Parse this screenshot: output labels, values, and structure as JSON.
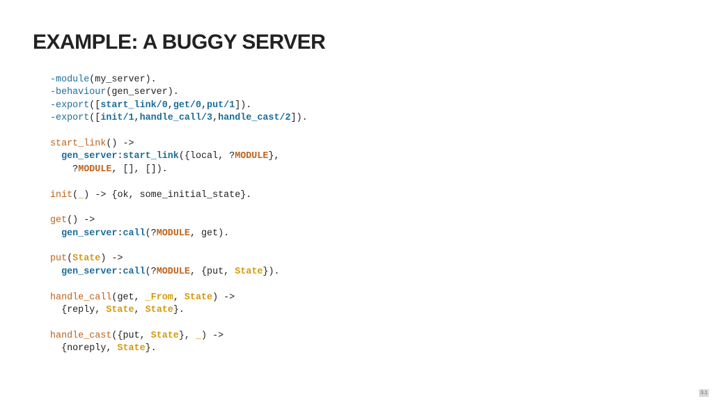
{
  "slide": {
    "title": "EXAMPLE: A BUGGY SERVER",
    "page_number": "3.1"
  },
  "code_lines": [
    [
      {
        "t": "-module",
        "c": "attr"
      },
      {
        "t": "(my_server).",
        "c": "pl"
      }
    ],
    [
      {
        "t": "-behaviour",
        "c": "attr"
      },
      {
        "t": "(gen_server).",
        "c": "pl"
      }
    ],
    [
      {
        "t": "-export",
        "c": "attr"
      },
      {
        "t": "([",
        "c": "pl"
      },
      {
        "t": "start_link/0",
        "c": "mod"
      },
      {
        "t": ",",
        "c": "pl"
      },
      {
        "t": "get/0",
        "c": "mod"
      },
      {
        "t": ",",
        "c": "pl"
      },
      {
        "t": "put/1",
        "c": "mod"
      },
      {
        "t": "]).",
        "c": "pl"
      }
    ],
    [
      {
        "t": "-export",
        "c": "attr"
      },
      {
        "t": "([",
        "c": "pl"
      },
      {
        "t": "init/1",
        "c": "mod"
      },
      {
        "t": ",",
        "c": "pl"
      },
      {
        "t": "handle_call/3",
        "c": "mod"
      },
      {
        "t": ",",
        "c": "pl"
      },
      {
        "t": "handle_cast/2",
        "c": "mod"
      },
      {
        "t": "]).",
        "c": "pl"
      }
    ],
    [],
    [
      {
        "t": "start_link",
        "c": "fn"
      },
      {
        "t": "() ->",
        "c": "pl"
      }
    ],
    [
      {
        "t": "  ",
        "c": "pl"
      },
      {
        "t": "gen_server",
        "c": "mod"
      },
      {
        "t": ":",
        "c": "pl"
      },
      {
        "t": "start_link",
        "c": "mod"
      },
      {
        "t": "({local, ?",
        "c": "pl"
      },
      {
        "t": "MODULE",
        "c": "macro"
      },
      {
        "t": "},",
        "c": "pl"
      }
    ],
    [
      {
        "t": "    ?",
        "c": "pl"
      },
      {
        "t": "MODULE",
        "c": "macro"
      },
      {
        "t": ", [], []).",
        "c": "pl"
      }
    ],
    [],
    [
      {
        "t": "init",
        "c": "fn"
      },
      {
        "t": "(",
        "c": "pl"
      },
      {
        "t": "_",
        "c": "var"
      },
      {
        "t": ") -> {ok, some_initial_state}.",
        "c": "pl"
      }
    ],
    [],
    [
      {
        "t": "get",
        "c": "fn"
      },
      {
        "t": "() ->",
        "c": "pl"
      }
    ],
    [
      {
        "t": "  ",
        "c": "pl"
      },
      {
        "t": "gen_server",
        "c": "mod"
      },
      {
        "t": ":",
        "c": "pl"
      },
      {
        "t": "call",
        "c": "mod"
      },
      {
        "t": "(?",
        "c": "pl"
      },
      {
        "t": "MODULE",
        "c": "macro"
      },
      {
        "t": ", get).",
        "c": "pl"
      }
    ],
    [],
    [
      {
        "t": "put",
        "c": "fn"
      },
      {
        "t": "(",
        "c": "pl"
      },
      {
        "t": "State",
        "c": "var"
      },
      {
        "t": ") ->",
        "c": "pl"
      }
    ],
    [
      {
        "t": "  ",
        "c": "pl"
      },
      {
        "t": "gen_server",
        "c": "mod"
      },
      {
        "t": ":",
        "c": "pl"
      },
      {
        "t": "call",
        "c": "mod"
      },
      {
        "t": "(?",
        "c": "pl"
      },
      {
        "t": "MODULE",
        "c": "macro"
      },
      {
        "t": ", {put, ",
        "c": "pl"
      },
      {
        "t": "State",
        "c": "var"
      },
      {
        "t": "}).",
        "c": "pl"
      }
    ],
    [],
    [
      {
        "t": "handle_call",
        "c": "fn"
      },
      {
        "t": "(get, ",
        "c": "pl"
      },
      {
        "t": "_From",
        "c": "var"
      },
      {
        "t": ", ",
        "c": "pl"
      },
      {
        "t": "State",
        "c": "var"
      },
      {
        "t": ") ->",
        "c": "pl"
      }
    ],
    [
      {
        "t": "  {reply, ",
        "c": "pl"
      },
      {
        "t": "State",
        "c": "var"
      },
      {
        "t": ", ",
        "c": "pl"
      },
      {
        "t": "State",
        "c": "var"
      },
      {
        "t": "}.",
        "c": "pl"
      }
    ],
    [],
    [
      {
        "t": "handle_cast",
        "c": "fn"
      },
      {
        "t": "({put, ",
        "c": "pl"
      },
      {
        "t": "State",
        "c": "var"
      },
      {
        "t": "}, ",
        "c": "pl"
      },
      {
        "t": "_",
        "c": "var"
      },
      {
        "t": ") ->",
        "c": "pl"
      }
    ],
    [
      {
        "t": "  {noreply, ",
        "c": "pl"
      },
      {
        "t": "State",
        "c": "var"
      },
      {
        "t": "}.",
        "c": "pl"
      }
    ]
  ],
  "colors": {
    "attribute": "#1b6d9b",
    "function_name": "#c0631b",
    "variable": "#d49a0f",
    "module_call": "#1b6d9b",
    "macro": "#c0631b",
    "plain_text": "#222222",
    "background": "#ffffff"
  }
}
